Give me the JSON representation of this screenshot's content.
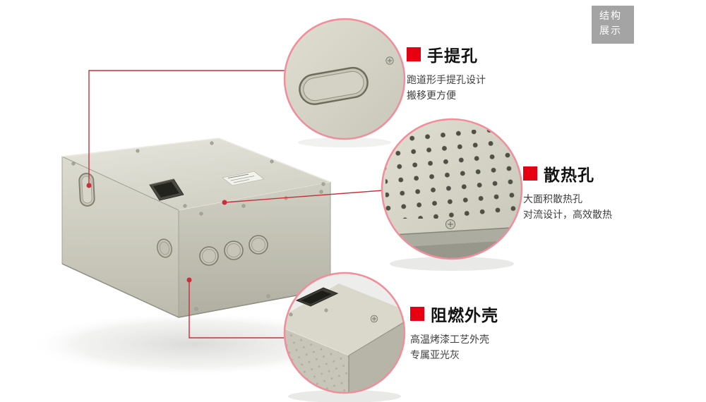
{
  "badge": {
    "lines": [
      "结构",
      "展示"
    ]
  },
  "callouts": {
    "handle": {
      "title": "手提孔",
      "desc1": "跑道形手提孔设计",
      "desc2": "搬移更方便"
    },
    "vent": {
      "title": "散热孔",
      "desc1": "大面积散热孔",
      "desc2": "对流设计，高效散热"
    },
    "shell": {
      "title": "阻燃外壳",
      "desc1": "高温烤漆工艺外壳",
      "desc2": "专属亚光灰"
    }
  },
  "colors": {
    "accent": "#e60012",
    "leader": "#c9303a",
    "circle_border": "#f08e9a",
    "badge_bg": "#a4a4a4",
    "panel_beige": "#d5d4c6"
  }
}
